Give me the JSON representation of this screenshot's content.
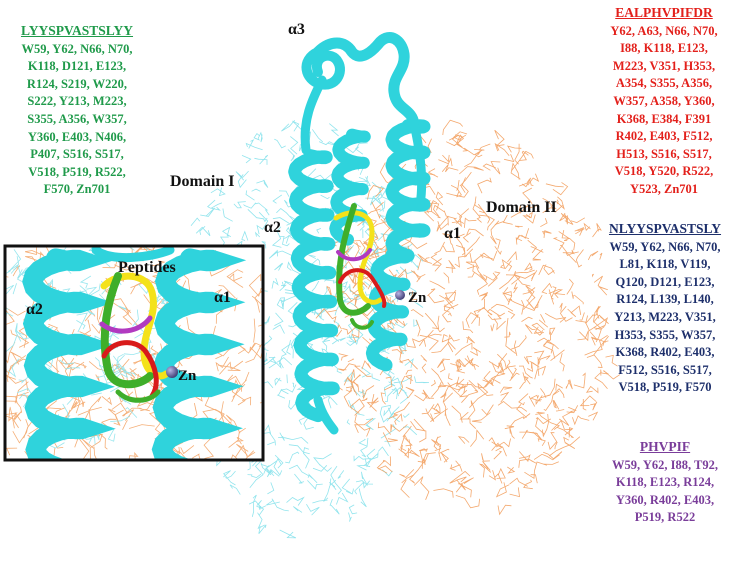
{
  "labels": {
    "alpha3": "α3",
    "alpha2_main": "α2",
    "alpha1_main": "α1",
    "domain1": "Domain I",
    "domain2": "Domain II",
    "zn_main": "Zn",
    "inset_peptides": "Peptides",
    "inset_alpha2": "α2",
    "inset_alpha1": "α1",
    "inset_zn": "Zn"
  },
  "panels": {
    "green": {
      "title": "LYYSPVASTSLYY",
      "color": "#1f9a4a",
      "rows": [
        "W59, Y62, N66, N70,",
        "K118, D121, E123,",
        "R124, S219, W220,",
        "S222, Y213, M223,",
        "S355, A356, W357,",
        "Y360, E403, N406,",
        "P407, S516, S517,",
        "V518, P519, R522,",
        "F570, Zn701"
      ]
    },
    "red": {
      "title": "EALPHVPIFDR",
      "color": "#e3201b",
      "rows": [
        "Y62, A63, N66, N70,",
        "I88, K118, E123,",
        "M223, V351, H353,",
        "A354, S355, A356,",
        "W357, A358, Y360,",
        "K368, E384, F391",
        "R402, E403, F512,",
        "H513, S516, S517,",
        "V518, Y520, R522,",
        "Y523, Zn701"
      ]
    },
    "navy": {
      "title": "NLYYSPVASTSLY",
      "color": "#1d2f6b",
      "rows": [
        "W59, Y62, N66, N70,",
        "L81, K118, V119,",
        "Q120, D121, E123,",
        "R124, L139, L140,",
        "Y213, M223, V351,",
        "H353, S355, W357,",
        "K368, R402, E403,",
        "F512, S516, S517,",
        "V518, P519, F570"
      ]
    },
    "purple": {
      "title": "PHVPIF",
      "color": "#7a3d9a",
      "rows": [
        "W59, Y62, I88, T92,",
        "K118, E123, R124,",
        "Y360, R402, E403,",
        "P519, R522"
      ]
    }
  },
  "colors": {
    "helix": "#2fd3dc",
    "helix_edge": "#139aa6",
    "domain1_lines": "#7fe0ea",
    "domain2_lines": "#f29a55",
    "peptide_yellow": "#f4e21a",
    "peptide_green": "#3fae2a",
    "peptide_red": "#d81b1b",
    "peptide_purple": "#b13ac0",
    "zinc": "#5c5a95"
  }
}
